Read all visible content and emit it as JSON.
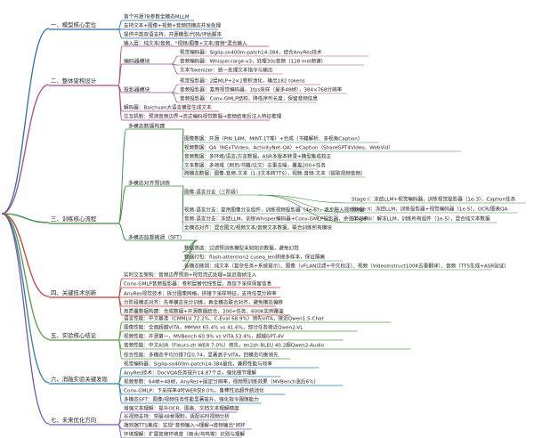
{
  "colors": {
    "s1": "#2d6ea8",
    "s2": "#a34a8c",
    "s3": "#3a8a3e",
    "s4": "#c23a3a",
    "s5": "#5a9a40",
    "s6": "#2f7fa8",
    "s7": "#7b57a8"
  },
  "sections": [
    {
      "id": "s1",
      "label": "一、模型核心定位",
      "leaves": [
        "首个开源7B参数全模态MLLM",
        "支持文本+图像+视频+音频四模态并发处理",
        "提供中英双语支持，开源模型/代码/评估脚本"
      ]
    },
    {
      "id": "s2",
      "label": "二、整体架构设计",
      "leaves": [
        "输入层：纯文本/音频、\"视频/图像+文本/音频\"混合输入"
      ],
      "group1": {
        "label": "编码器模块",
        "leaves": [
          "视觉编码器：Siglip-so400m-patch14-384，结合AnyRes技术",
          "音频编码器：Whisper-large-v3，处理30s音频（128 mel频谱）",
          "文本Tokenizer：统一处理文本指令与输出"
        ]
      },
      "group2": {
        "label": "投影器模块",
        "leaves": [
          "视觉投影器：2层MLP+2×2卷积池化，输出182 tokens",
          "音频投影器：复用视觉编码器，1fps采样（最多48帧），384×768分辨率",
          "音频投影器：Conv-GMLP结构，降低序列长度，保留音频信息"
        ]
      },
      "tail": [
        "解码器：Baichuan大语言模型生成文本",
        "交互机制：预测音频边界→流式编码视觉数据→音频结束后注入特征推理"
      ]
    },
    {
      "id": "s3",
      "label": "三、训练核心流程",
      "build": {
        "label": "多模态数据构建",
        "leaves": [
          "图像数据：开源（PIN 14M、MINT-1T等）+合成（书籍解析、多视角Caption）",
          "视频数据：QA（NExTVideo、ActivityNet-QA）+Caption（ShareGPT4Video、WebVid）",
          "音频数据：多环境/语言/方言数据，ASR多版本转录+模型集成校正",
          "文本数据：多领域（网页/书籍/论文）去重去噪，覆盖200+任务",
          "跨模态数据：图像-音频-文本（1:3文本转TTS），视频-音频-文本（提取视频音频）"
        ]
      },
      "align": {
        "label": "多模态对齐预训练",
        "stage_head": "图像-语言分支（三阶段）",
        "stages": [
          "Stage I：冻结LLM+视觉编码器，训练视觉投影器（1e-3），Caption任务",
          "Stage II：冻结LLM，训练投影器+视觉编码器（1e-5），OCR/图表QA",
          "Stage III：解冻LLM，训练所有组件（1e-5），混合纯文本数据"
        ],
        "leaves": [
          "视频-语言分支：复用图像分支组件，训练视频投影器（4e-6），逐步融入视频数据",
          "音频-语言分支：冻结LLM，训练Whisper编码器+Conv-GMLP投影器，余弦学习率",
          "全模态对齐：混合图文/视频文本/音频文本数据，联合训练所有模块"
        ]
      },
      "sft": {
        "label": "多模态监督微调（SFT）",
        "leaves": [
          "数据筛选：过滤预训练模型未知知识数据，避免幻觉",
          "数据打包：flash-attention2 cuseq_len拼接多样本，保证隔离",
          "各模态微调：纯文本（复杂任务+系统提示）、图像（vFLAN过滤+中文标注）、视频（VideoInstruct100K去重翻译）、音频（TTS生成+ASR验证）"
        ]
      }
    },
    {
      "id": "s4",
      "label": "四、关键技术创新",
      "leaves": [
        "实时交互架构：音频边界预测+视觉流式处理=延迟首帧注入",
        "Conv-GMLP音频投影器：卷积层替代线性层，高信下采样保留信息",
        "AnyRes视觉技术：拆分图像网格，拼接下采样特征，支持任意分辨率",
        "分阶段模态对齐：先单模态充分训练，再全模态联合对齐，避免模态偏移",
        "高质量数据构建：合成数据+开源数据结合，200+任务、600K实例覆盖"
      ]
    },
    {
      "id": "s5",
      "label": "五、实验核心结论",
      "leaves": [
        "语言性能：中文基准（CMMLU 72.2%、C-Eval 68.9%）领先VITA，接近Qwen1.5-Chat",
        "图像性能：全面超越VITA，MMVet 65.4% vs 41.6%，部分任务接近Qwen2-VL",
        "视频性能：开源第一，MVBench 60.9% vs VITA 53.4%，超越GPT-4V",
        "音频性能：中文ASR（Fleurs-zh WER 7.0%）领先，en2zh BLEU 40.2超Qwen2-Audio",
        "综合性能：多模态平均分排7位0.74，显著高于VITA，四模态均衡领先"
      ]
    },
    {
      "id": "s6",
      "label": "六、消融实验关键发现",
      "leaves": [
        "视觉编码器：Siglip-so400m-patch14-384最优，兼顾性能与效率",
        "AnyRes技术：DocVQA任务提升14.87个点，强化细节理解",
        "视频参数：64帧+48帧，AnyRes+固定分辨率，视频预训练效果（MVBench涨后6%）",
        "Conv-GMLP：下采样率4时WER仅8.0%，鲁棒性远超传统池化",
        "多模态SFT：图像/视频任务性能显著提升，强化指令跟随能力"
      ]
    },
    {
      "id": "s7",
      "label": "七、未来优化方向",
      "leaves": [
        "增强文本理解：提升OCR、图表、文档文本理解精度",
        "长视频支持：突破48帧限制，适配长时视频分析",
        "端到端TTS集成：实现\"音频输入→理解→音频输出\"闭环",
        "环境理解：扩展音频环境音（雨水/鸟鸣等）识别与理解"
      ]
    }
  ]
}
